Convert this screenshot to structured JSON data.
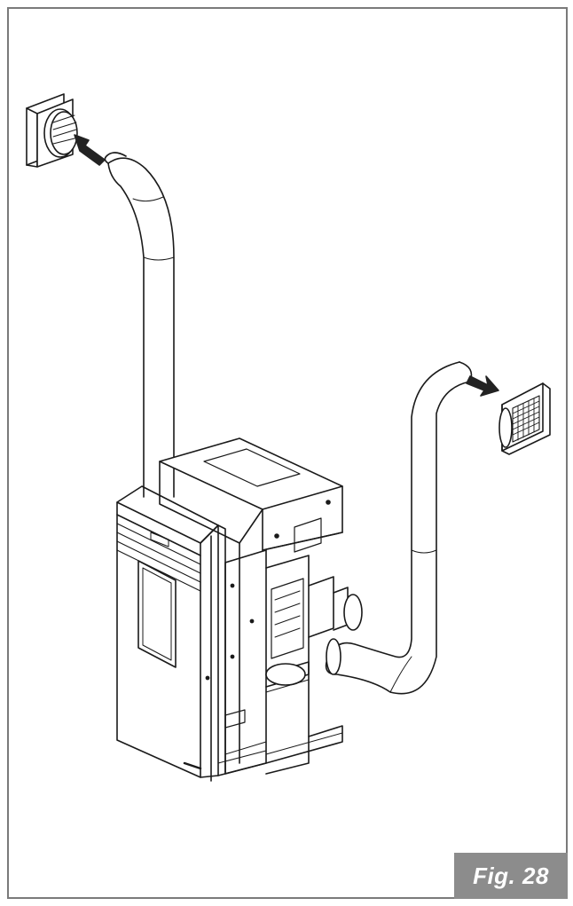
{
  "figure": {
    "label": "Fig. 28"
  },
  "colors": {
    "line": "#1a1a1a",
    "frame": "#7a7a7a",
    "label_background": "#8c8c8c",
    "label_text": "#ffffff",
    "arrow_fill": "#222222"
  },
  "drawing": {
    "parts": [
      "inlet-vent-grille",
      "inlet-arrow",
      "intake-duct",
      "pellet-stove",
      "outlet-duct",
      "outlet-arrow",
      "outlet-vent-grille"
    ]
  }
}
